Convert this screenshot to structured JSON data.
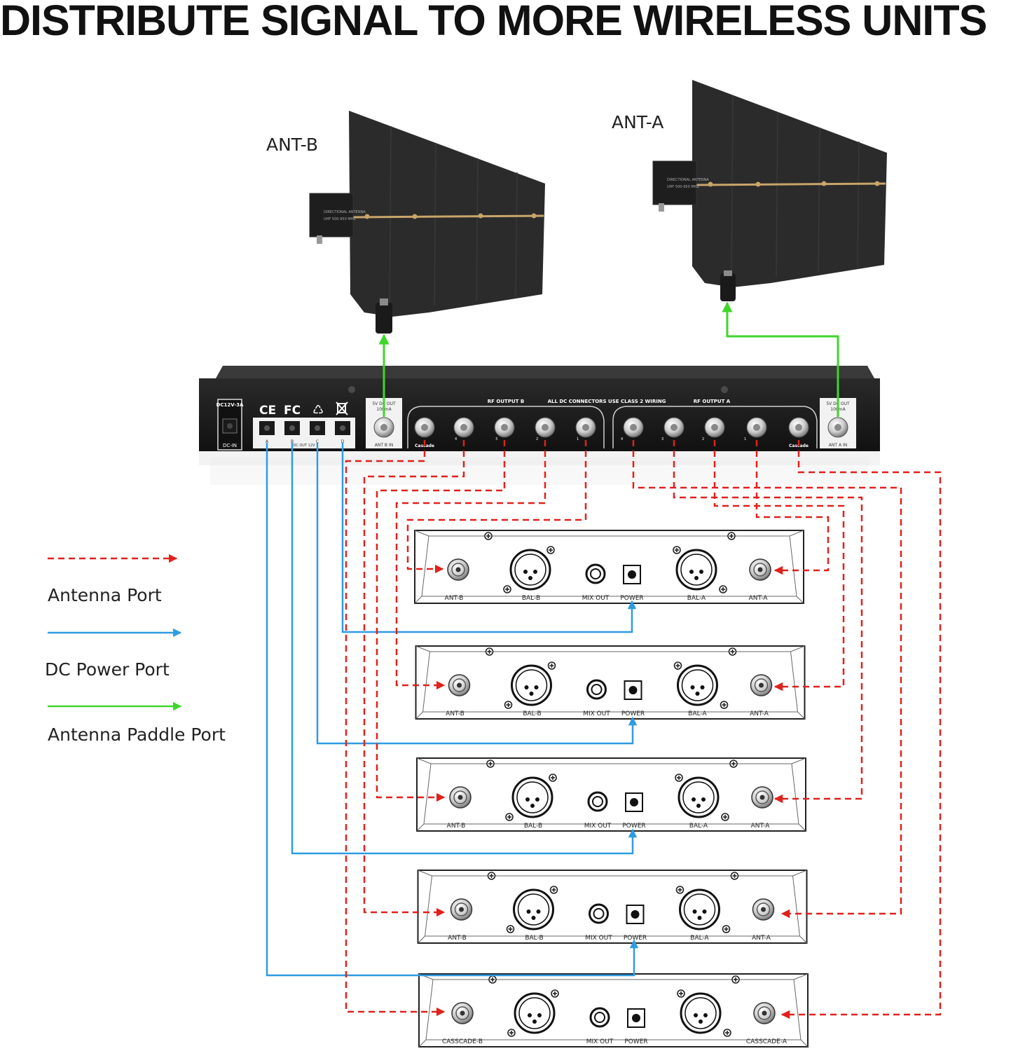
{
  "title": "DISTRIBUTE SIGNAL TO MORE WIRELESS UNITS",
  "antennas": [
    {
      "label": "ANT-B",
      "plate": "DIRECTIONAL ANTENNA",
      "band": "UHF 500-950 MHZ"
    },
    {
      "label": "ANT-A",
      "plate": "DIRECTIONAL ANTENNA",
      "band": "UHF 500-950 MHZ"
    }
  ],
  "distributor": {
    "dc_in_rating": "DC12V-3A",
    "dc_in_label": "DC-IN",
    "cert_marks": [
      "CE",
      "FC"
    ],
    "dc_out_letters": [
      "A",
      "B",
      "C",
      "D"
    ],
    "dc_out_label": "DC OUT 12V",
    "ant_in_b": {
      "line1": "5V DC OUT",
      "line2": "100mA",
      "label": "ANT B IN"
    },
    "ant_in_a": {
      "line1": "5V DC OUT",
      "line2": "100mA",
      "label": "ANT A IN"
    },
    "rf_output_b_label": "RF OUTPUT B",
    "rf_output_a_label": "RF OUTPUT A",
    "center_note": "ALL DC CONNECTORS USE CLASS 2 WIRING",
    "cascade_label": "Cascade",
    "port_numbers_b": [
      "4",
      "3",
      "2",
      "1"
    ],
    "port_numbers_a": [
      "4",
      "3",
      "2",
      "1"
    ]
  },
  "receiver_labels": {
    "ant_b": "ANT-B",
    "bal_b": "BAL-B",
    "mix_out": "MIX OUT",
    "power": "POWER",
    "bal_a": "BAL-A",
    "ant_a": "ANT-A",
    "cascade_b": "CASSCADE-B",
    "cascade_a": "CASSCADE-A"
  },
  "legend": [
    {
      "label": "Antenna Port",
      "color": "#e0211c",
      "style": "dashed"
    },
    {
      "label": "DC Power Port",
      "color": "#2f9be3",
      "style": "solid"
    },
    {
      "label": "Antenna Paddle Port",
      "color": "#3fd62a",
      "style": "solid"
    }
  ],
  "colors": {
    "rf": "#e0211c",
    "dc": "#2f9be3",
    "paddle": "#3fd62a",
    "chassis": "#1b1b1b"
  }
}
